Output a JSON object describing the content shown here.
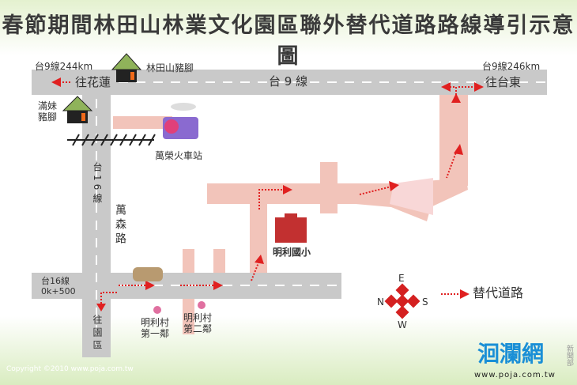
{
  "title": "春節期間林田山林業文化園區聯外替代道路路線導引示意圖",
  "labels": {
    "km244": "台9線244km",
    "km246": "台9線246km",
    "to_hualien": "往花蓮",
    "to_taitung": "往台東",
    "hwy9": "台 9 線",
    "lintian_pork": "林田山豬腳",
    "manmei_pork": "滿妹豬腳",
    "wanrong_station": "萬榮火車站",
    "hwy16": "台16線",
    "wansen_road": "萬森路",
    "hwy16_km": "台16線 0k+500",
    "to_yuanqu": "往園區",
    "mingli_school": "明利國小",
    "mingli_1": "明利村第一鄰",
    "mingli_2": "明利村第二鄰"
  },
  "legend": {
    "alt_route": "替代道路",
    "compass": {
      "n": "N",
      "e": "E",
      "s": "S",
      "w": "W"
    }
  },
  "footer": {
    "copyright": "Copyright ©2010 www.poja.com.tw",
    "logo": "洄瀾網",
    "logo_url": "www.poja.com.tw",
    "logo_side": "新聞部"
  },
  "colors": {
    "road": "#c9c9c9",
    "alt_road": "#f2c4ba",
    "arrow": "#e02020"
  }
}
